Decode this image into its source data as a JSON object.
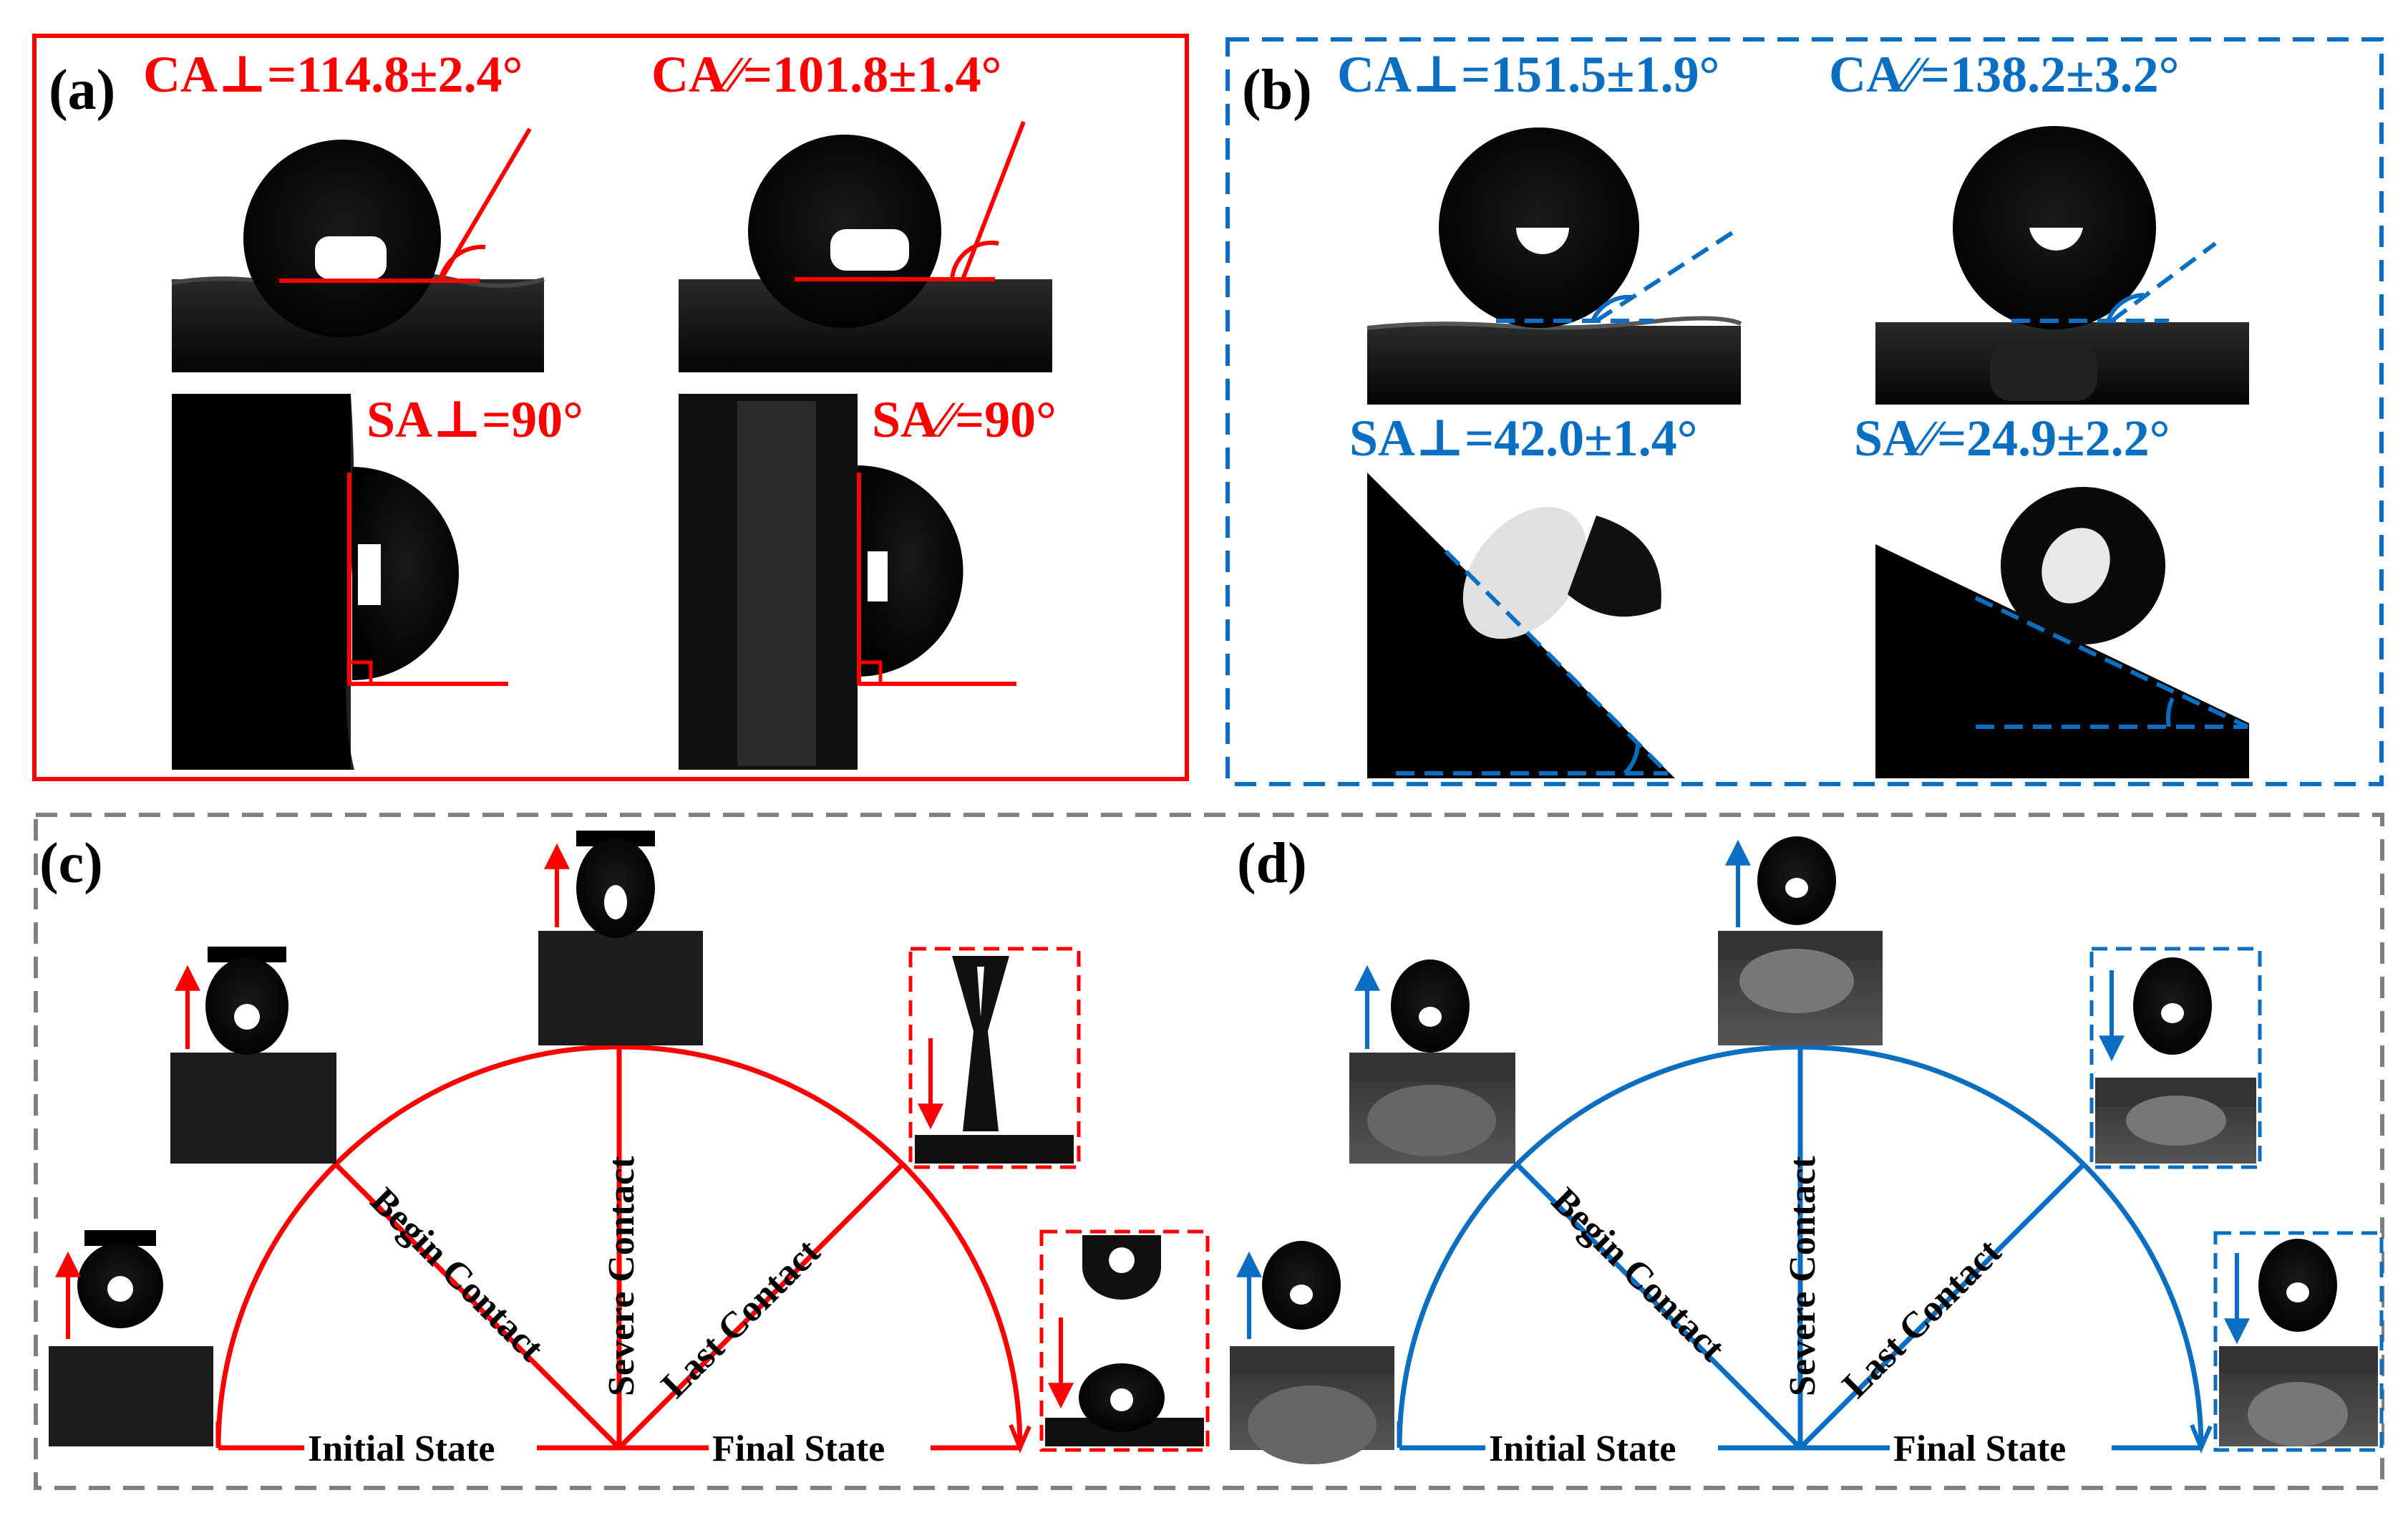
{
  "colors": {
    "red": "#ff0000",
    "blue": "#0a6fc2",
    "gray": "#808080",
    "black": "#000000"
  },
  "panel_a": {
    "label": "(a)",
    "ca_perp": "CA⊥=114.8±2.4°",
    "ca_par": "CA∕∕=101.8±1.4°",
    "sa_perp": "SA⊥=90°",
    "sa_par": "SA∕∕=90°"
  },
  "panel_b": {
    "label": "(b)",
    "ca_perp": "CA⊥=151.5±1.9°",
    "ca_par": "CA∕∕=138.2±3.2°",
    "sa_perp": "SA⊥=42.0±1.4°",
    "sa_par": "SA∕∕=24.9±2.2°"
  },
  "panel_c": {
    "label": "(c)",
    "initial": "Initial State",
    "begin": "Begin Contact",
    "severe": "Severe Contact",
    "last": "Last Contact",
    "final": "Final State"
  },
  "panel_d": {
    "label": "(d)",
    "initial": "Initial State",
    "begin": "Begin Contact",
    "severe": "Severe Contact",
    "last": "Last Contact",
    "final": "Final State"
  }
}
